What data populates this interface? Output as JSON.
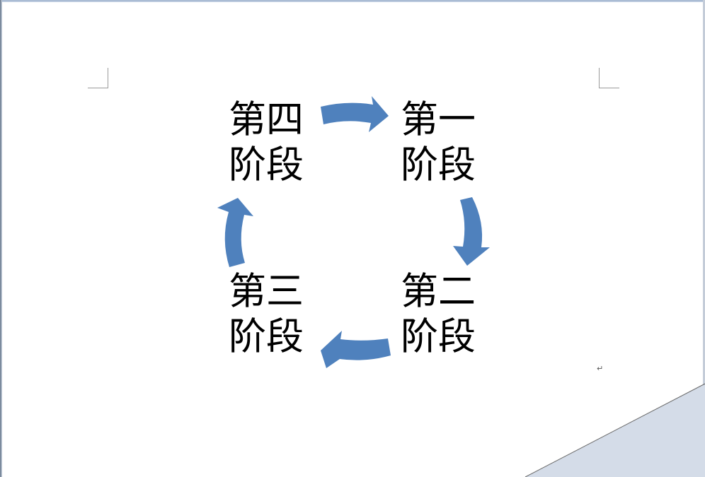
{
  "diagram": {
    "stages": [
      {
        "line1": "第一",
        "line2": "阶段"
      },
      {
        "line1": "第二",
        "line2": "阶段"
      },
      {
        "line1": "第三",
        "line2": "阶段"
      },
      {
        "line1": "第四",
        "line2": "阶段"
      }
    ],
    "arrow_color": "#4f81bd",
    "text_color": "#000000"
  },
  "document": {
    "paragraph_mark": "↵"
  }
}
